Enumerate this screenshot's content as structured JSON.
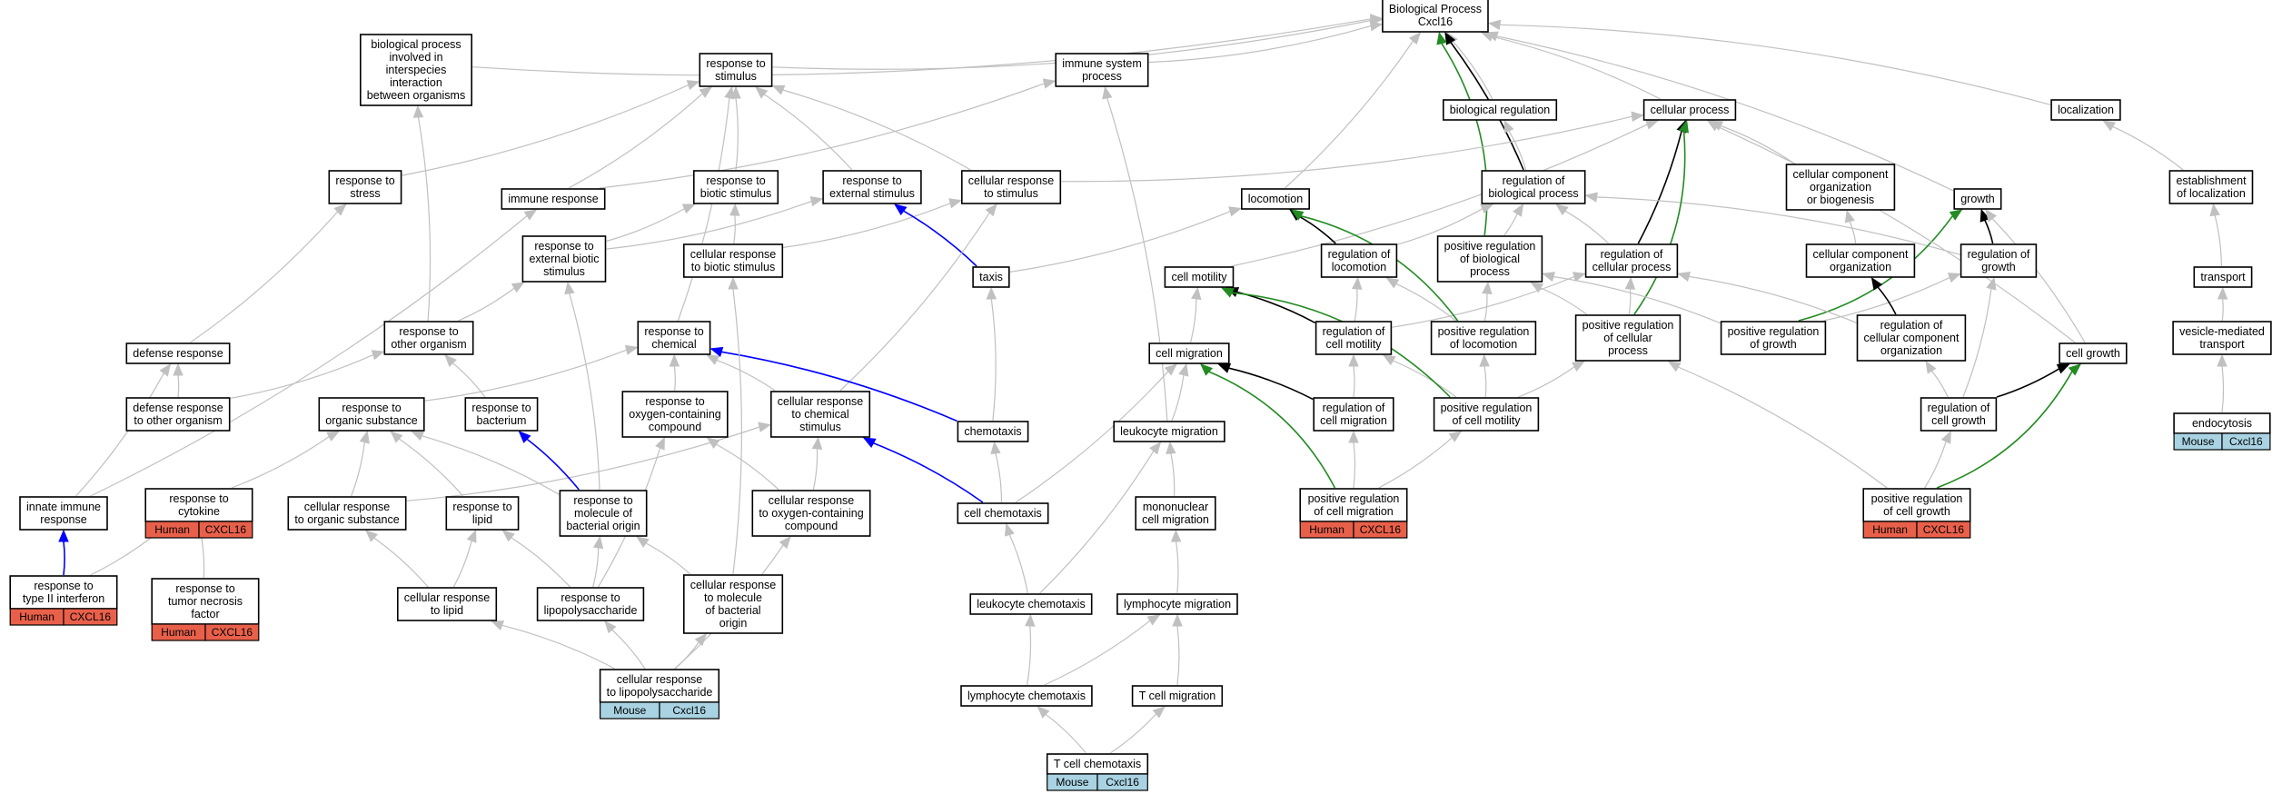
{
  "graph": {
    "root": "Biological Process\nCxcl16",
    "colors": {
      "is_a": "#c0c0c0",
      "part_of": "#000000",
      "positively_regulates": "#228b22",
      "occurs_in_annotation": "#0000ff",
      "human_tag": "#e9604a",
      "mouse_tag": "#a9d3e3"
    },
    "nodes": [
      {
        "id": "bp",
        "label": "Biological Process\nCxcl16"
      },
      {
        "id": "interspecies",
        "label": "biological process\ninvolved in\ninterspecies\ninteraction\nbetween organisms"
      },
      {
        "id": "resp_stim",
        "label": "response to\nstimulus"
      },
      {
        "id": "immune_sys",
        "label": "immune system\nprocess"
      },
      {
        "id": "bio_reg",
        "label": "biological regulation"
      },
      {
        "id": "cell_proc",
        "label": "cellular process"
      },
      {
        "id": "localization",
        "label": "localization"
      },
      {
        "id": "resp_stress",
        "label": "response to\nstress"
      },
      {
        "id": "immune_resp",
        "label": "immune response"
      },
      {
        "id": "resp_biotic",
        "label": "response to\nbiotic stimulus"
      },
      {
        "id": "resp_ext",
        "label": "response to\nexternal stimulus"
      },
      {
        "id": "cell_resp_stim",
        "label": "cellular response\nto stimulus"
      },
      {
        "id": "locomotion",
        "label": "locomotion"
      },
      {
        "id": "reg_bio",
        "label": "regulation of\nbiological process"
      },
      {
        "id": "ccob",
        "label": "cellular component\norganization\nor biogenesis"
      },
      {
        "id": "growth",
        "label": "growth"
      },
      {
        "id": "est_loc",
        "label": "establishment\nof localization"
      },
      {
        "id": "resp_ext_biotic",
        "label": "response to\nexternal biotic\nstimulus"
      },
      {
        "id": "cell_resp_biotic",
        "label": "cellular response\nto biotic stimulus"
      },
      {
        "id": "taxis",
        "label": "taxis"
      },
      {
        "id": "cell_motility",
        "label": "cell motility"
      },
      {
        "id": "reg_loco",
        "label": "regulation of\nlocomotion"
      },
      {
        "id": "pos_reg_bio",
        "label": "positive regulation\nof biological\nprocess"
      },
      {
        "id": "reg_cell_proc",
        "label": "regulation of\ncellular process"
      },
      {
        "id": "cco",
        "label": "cellular component\norganization"
      },
      {
        "id": "reg_growth",
        "label": "regulation of\ngrowth"
      },
      {
        "id": "transport",
        "label": "transport"
      },
      {
        "id": "defense",
        "label": "defense response"
      },
      {
        "id": "resp_other_org",
        "label": "response to\nother organism"
      },
      {
        "id": "resp_chem",
        "label": "response to\nchemical"
      },
      {
        "id": "cell_migration",
        "label": "cell migration"
      },
      {
        "id": "reg_cell_mot",
        "label": "regulation of\ncell motility"
      },
      {
        "id": "pos_reg_loco",
        "label": "positive regulation\nof locomotion"
      },
      {
        "id": "pos_reg_cell_proc",
        "label": "positive regulation\nof cellular\nprocess"
      },
      {
        "id": "pos_reg_growth",
        "label": "positive regulation\nof growth"
      },
      {
        "id": "reg_cco",
        "label": "regulation of\ncellular component\norganization"
      },
      {
        "id": "cell_growth",
        "label": "cell growth"
      },
      {
        "id": "vesicle_transport",
        "label": "vesicle-mediated\ntransport"
      },
      {
        "id": "def_other",
        "label": "defense response\nto other organism"
      },
      {
        "id": "resp_org_sub",
        "label": "response to\norganic substance"
      },
      {
        "id": "resp_bacterium",
        "label": "response to\nbacterium"
      },
      {
        "id": "resp_oxy",
        "label": "response to\noxygen-containing\ncompound"
      },
      {
        "id": "cell_resp_chem",
        "label": "cellular response\nto chemical\nstimulus"
      },
      {
        "id": "chemotaxis",
        "label": "chemotaxis"
      },
      {
        "id": "leuk_migration",
        "label": "leukocyte migration"
      },
      {
        "id": "reg_cell_mig",
        "label": "regulation of\ncell migration"
      },
      {
        "id": "pos_reg_cell_mot",
        "label": "positive regulation\nof cell motility"
      },
      {
        "id": "reg_cell_growth",
        "label": "regulation of\ncell growth"
      },
      {
        "id": "endocytosis",
        "label": "endocytosis",
        "tag": [
          "Mouse",
          "Cxcl16"
        ]
      },
      {
        "id": "innate",
        "label": "innate immune\nresponse"
      },
      {
        "id": "resp_cytokine",
        "label": "response to\ncytokine",
        "tag": [
          "Human",
          "CXCL16"
        ]
      },
      {
        "id": "cell_resp_org_sub",
        "label": "cellular response\nto organic substance"
      },
      {
        "id": "resp_lipid",
        "label": "response to\nlipid"
      },
      {
        "id": "resp_mol_bact",
        "label": "response to\nmolecule of\nbacterial origin"
      },
      {
        "id": "cell_resp_oxy",
        "label": "cellular response\nto oxygen-containing\ncompound"
      },
      {
        "id": "cell_chemotaxis",
        "label": "cell chemotaxis"
      },
      {
        "id": "mono_mig",
        "label": "mononuclear\ncell migration"
      },
      {
        "id": "pos_reg_cell_mig",
        "label": "positive regulation\nof cell migration",
        "tag": [
          "Human",
          "CXCL16"
        ]
      },
      {
        "id": "pos_reg_cell_growth",
        "label": "positive regulation\nof cell growth",
        "tag": [
          "Human",
          "CXCL16"
        ]
      },
      {
        "id": "resp_ifn",
        "label": "response to\ntype II interferon",
        "tag": [
          "Human",
          "CXCL16"
        ]
      },
      {
        "id": "resp_tnf",
        "label": "response to\ntumor necrosis\nfactor",
        "tag": [
          "Human",
          "CXCL16"
        ]
      },
      {
        "id": "cell_resp_lipid",
        "label": "cellular response\nto lipid"
      },
      {
        "id": "resp_lps",
        "label": "response to\nlipopolysaccharide"
      },
      {
        "id": "cell_resp_mol_bact",
        "label": "cellular response\nto molecule\nof bacterial\norigin"
      },
      {
        "id": "leuk_chemotaxis",
        "label": "leukocyte chemotaxis"
      },
      {
        "id": "lymph_mig",
        "label": "lymphocyte migration"
      },
      {
        "id": "cell_resp_lps",
        "label": "cellular response\nto lipopolysaccharide",
        "tag": [
          "Mouse",
          "Cxcl16"
        ]
      },
      {
        "id": "lymph_chemotaxis",
        "label": "lymphocyte chemotaxis"
      },
      {
        "id": "t_cell_mig",
        "label": "T cell migration"
      },
      {
        "id": "t_cell_chemotaxis",
        "label": "T cell chemotaxis",
        "tag": [
          "Mouse",
          "Cxcl16"
        ]
      }
    ],
    "edges": [
      {
        "from": "interspecies",
        "to": "bp",
        "type": "is_a"
      },
      {
        "from": "resp_stim",
        "to": "bp",
        "type": "is_a"
      },
      {
        "from": "immune_sys",
        "to": "bp",
        "type": "is_a"
      },
      {
        "from": "bio_reg",
        "to": "bp",
        "type": "is_a"
      },
      {
        "from": "cell_proc",
        "to": "bp",
        "type": "is_a"
      },
      {
        "from": "localization",
        "to": "bp",
        "type": "is_a"
      },
      {
        "from": "locomotion",
        "to": "bp",
        "type": "is_a"
      },
      {
        "from": "growth",
        "to": "bp",
        "type": "is_a"
      },
      {
        "from": "reg_bio",
        "to": "bp",
        "type": "part_of"
      },
      {
        "from": "pos_reg_bio",
        "to": "bp",
        "type": "positively_regulates"
      },
      {
        "from": "resp_stress",
        "to": "resp_stim",
        "type": "is_a"
      },
      {
        "from": "immune_resp",
        "to": "resp_stim",
        "type": "is_a"
      },
      {
        "from": "immune_resp",
        "to": "immune_sys",
        "type": "is_a"
      },
      {
        "from": "resp_biotic",
        "to": "resp_stim",
        "type": "is_a"
      },
      {
        "from": "resp_ext",
        "to": "resp_stim",
        "type": "is_a"
      },
      {
        "from": "cell_resp_stim",
        "to": "resp_stim",
        "type": "is_a"
      },
      {
        "from": "cell_resp_stim",
        "to": "cell_proc",
        "type": "is_a"
      },
      {
        "from": "reg_bio",
        "to": "bio_reg",
        "type": "is_a"
      },
      {
        "from": "ccob",
        "to": "cell_proc",
        "type": "is_a"
      },
      {
        "from": "est_loc",
        "to": "localization",
        "type": "is_a"
      },
      {
        "from": "resp_ext_biotic",
        "to": "resp_biotic",
        "type": "is_a"
      },
      {
        "from": "resp_ext_biotic",
        "to": "resp_ext",
        "type": "is_a"
      },
      {
        "from": "cell_resp_biotic",
        "to": "resp_biotic",
        "type": "is_a"
      },
      {
        "from": "cell_resp_biotic",
        "to": "cell_resp_stim",
        "type": "is_a"
      },
      {
        "from": "taxis",
        "to": "resp_ext",
        "type": "occurs_in_annotation"
      },
      {
        "from": "taxis",
        "to": "locomotion",
        "type": "is_a"
      },
      {
        "from": "cell_motility",
        "to": "cell_proc",
        "type": "is_a"
      },
      {
        "from": "reg_loco",
        "to": "reg_bio",
        "type": "is_a"
      },
      {
        "from": "reg_loco",
        "to": "locomotion",
        "type": "part_of"
      },
      {
        "from": "pos_reg_bio",
        "to": "reg_bio",
        "type": "is_a"
      },
      {
        "from": "reg_cell_proc",
        "to": "reg_bio",
        "type": "is_a"
      },
      {
        "from": "reg_cell_proc",
        "to": "cell_proc",
        "type": "part_of"
      },
      {
        "from": "cco",
        "to": "ccob",
        "type": "is_a"
      },
      {
        "from": "reg_growth",
        "to": "reg_bio",
        "type": "is_a"
      },
      {
        "from": "reg_growth",
        "to": "growth",
        "type": "part_of"
      },
      {
        "from": "transport",
        "to": "est_loc",
        "type": "is_a"
      },
      {
        "from": "defense",
        "to": "resp_stress",
        "type": "is_a"
      },
      {
        "from": "resp_other_org",
        "to": "resp_ext_biotic",
        "type": "is_a"
      },
      {
        "from": "resp_other_org",
        "to": "interspecies",
        "type": "is_a"
      },
      {
        "from": "resp_chem",
        "to": "resp_stim",
        "type": "is_a"
      },
      {
        "from": "cell_migration",
        "to": "cell_motility",
        "type": "is_a"
      },
      {
        "from": "reg_cell_mot",
        "to": "reg_loco",
        "type": "is_a"
      },
      {
        "from": "reg_cell_mot",
        "to": "reg_cell_proc",
        "type": "is_a"
      },
      {
        "from": "reg_cell_mot",
        "to": "cell_motility",
        "type": "part_of"
      },
      {
        "from": "pos_reg_loco",
        "to": "reg_loco",
        "type": "is_a"
      },
      {
        "from": "pos_reg_loco",
        "to": "pos_reg_bio",
        "type": "is_a"
      },
      {
        "from": "pos_reg_loco",
        "to": "locomotion",
        "type": "positively_regulates"
      },
      {
        "from": "pos_reg_cell_proc",
        "to": "pos_reg_bio",
        "type": "is_a"
      },
      {
        "from": "pos_reg_cell_proc",
        "to": "reg_cell_proc",
        "type": "is_a"
      },
      {
        "from": "pos_reg_cell_proc",
        "to": "cell_proc",
        "type": "positively_regulates"
      },
      {
        "from": "pos_reg_growth",
        "to": "reg_growth",
        "type": "is_a"
      },
      {
        "from": "pos_reg_growth",
        "to": "pos_reg_bio",
        "type": "is_a"
      },
      {
        "from": "pos_reg_growth",
        "to": "growth",
        "type": "positively_regulates"
      },
      {
        "from": "reg_cco",
        "to": "reg_cell_proc",
        "type": "is_a"
      },
      {
        "from": "reg_cco",
        "to": "cco",
        "type": "part_of"
      },
      {
        "from": "cell_growth",
        "to": "growth",
        "type": "is_a"
      },
      {
        "from": "cell_growth",
        "to": "cell_proc",
        "type": "is_a"
      },
      {
        "from": "vesicle_transport",
        "to": "transport",
        "type": "is_a"
      },
      {
        "from": "def_other",
        "to": "defense",
        "type": "is_a"
      },
      {
        "from": "def_other",
        "to": "resp_other_org",
        "type": "is_a"
      },
      {
        "from": "resp_org_sub",
        "to": "resp_chem",
        "type": "is_a"
      },
      {
        "from": "resp_bacterium",
        "to": "resp_other_org",
        "type": "is_a"
      },
      {
        "from": "resp_oxy",
        "to": "resp_chem",
        "type": "is_a"
      },
      {
        "from": "cell_resp_chem",
        "to": "resp_chem",
        "type": "is_a"
      },
      {
        "from": "cell_resp_chem",
        "to": "cell_resp_stim",
        "type": "is_a"
      },
      {
        "from": "chemotaxis",
        "to": "taxis",
        "type": "is_a"
      },
      {
        "from": "chemotaxis",
        "to": "resp_chem",
        "type": "occurs_in_annotation"
      },
      {
        "from": "leuk_migration",
        "to": "cell_migration",
        "type": "is_a"
      },
      {
        "from": "leuk_migration",
        "to": "immune_sys",
        "type": "is_a"
      },
      {
        "from": "reg_cell_mig",
        "to": "reg_cell_mot",
        "type": "is_a"
      },
      {
        "from": "reg_cell_mig",
        "to": "cell_migration",
        "type": "part_of"
      },
      {
        "from": "pos_reg_cell_mot",
        "to": "reg_cell_mot",
        "type": "is_a"
      },
      {
        "from": "pos_reg_cell_mot",
        "to": "pos_reg_loco",
        "type": "is_a"
      },
      {
        "from": "pos_reg_cell_mot",
        "to": "pos_reg_cell_proc",
        "type": "is_a"
      },
      {
        "from": "pos_reg_cell_mot",
        "to": "cell_motility",
        "type": "positively_regulates"
      },
      {
        "from": "reg_cell_growth",
        "to": "reg_growth",
        "type": "is_a"
      },
      {
        "from": "reg_cell_growth",
        "to": "reg_cco",
        "type": "is_a"
      },
      {
        "from": "reg_cell_growth",
        "to": "cell_growth",
        "type": "part_of"
      },
      {
        "from": "endocytosis",
        "to": "vesicle_transport",
        "type": "is_a"
      },
      {
        "from": "innate",
        "to": "immune_resp",
        "type": "is_a"
      },
      {
        "from": "innate",
        "to": "defense",
        "type": "is_a"
      },
      {
        "from": "resp_cytokine",
        "to": "resp_org_sub",
        "type": "is_a"
      },
      {
        "from": "cell_resp_org_sub",
        "to": "resp_org_sub",
        "type": "is_a"
      },
      {
        "from": "cell_resp_org_sub",
        "to": "cell_resp_chem",
        "type": "is_a"
      },
      {
        "from": "resp_lipid",
        "to": "resp_org_sub",
        "type": "is_a"
      },
      {
        "from": "resp_mol_bact",
        "to": "resp_bacterium",
        "type": "occurs_in_annotation"
      },
      {
        "from": "resp_mol_bact",
        "to": "resp_ext_biotic",
        "type": "is_a"
      },
      {
        "from": "resp_mol_bact",
        "to": "resp_org_sub",
        "type": "is_a"
      },
      {
        "from": "cell_resp_oxy",
        "to": "resp_oxy",
        "type": "is_a"
      },
      {
        "from": "cell_resp_oxy",
        "to": "cell_resp_chem",
        "type": "is_a"
      },
      {
        "from": "cell_chemotaxis",
        "to": "chemotaxis",
        "type": "is_a"
      },
      {
        "from": "cell_chemotaxis",
        "to": "cell_resp_chem",
        "type": "occurs_in_annotation"
      },
      {
        "from": "cell_chemotaxis",
        "to": "cell_migration",
        "type": "is_a"
      },
      {
        "from": "mono_mig",
        "to": "leuk_migration",
        "type": "is_a"
      },
      {
        "from": "pos_reg_cell_mig",
        "to": "reg_cell_mig",
        "type": "is_a"
      },
      {
        "from": "pos_reg_cell_mig",
        "to": "pos_reg_cell_mot",
        "type": "is_a"
      },
      {
        "from": "pos_reg_cell_mig",
        "to": "cell_migration",
        "type": "positively_regulates"
      },
      {
        "from": "pos_reg_cell_growth",
        "to": "reg_cell_growth",
        "type": "is_a"
      },
      {
        "from": "pos_reg_cell_growth",
        "to": "pos_reg_cell_proc",
        "type": "is_a"
      },
      {
        "from": "pos_reg_cell_growth",
        "to": "cell_growth",
        "type": "positively_regulates"
      },
      {
        "from": "resp_ifn",
        "to": "innate",
        "type": "occurs_in_annotation"
      },
      {
        "from": "resp_ifn",
        "to": "resp_cytokine",
        "type": "is_a"
      },
      {
        "from": "resp_tnf",
        "to": "resp_cytokine",
        "type": "is_a"
      },
      {
        "from": "cell_resp_lipid",
        "to": "resp_lipid",
        "type": "is_a"
      },
      {
        "from": "cell_resp_lipid",
        "to": "cell_resp_org_sub",
        "type": "is_a"
      },
      {
        "from": "resp_lps",
        "to": "resp_lipid",
        "type": "is_a"
      },
      {
        "from": "resp_lps",
        "to": "resp_mol_bact",
        "type": "is_a"
      },
      {
        "from": "resp_lps",
        "to": "resp_oxy",
        "type": "is_a"
      },
      {
        "from": "cell_resp_mol_bact",
        "to": "resp_mol_bact",
        "type": "is_a"
      },
      {
        "from": "cell_resp_mol_bact",
        "to": "cell_resp_biotic",
        "type": "is_a"
      },
      {
        "from": "leuk_chemotaxis",
        "to": "cell_chemotaxis",
        "type": "is_a"
      },
      {
        "from": "leuk_chemotaxis",
        "to": "leuk_migration",
        "type": "is_a"
      },
      {
        "from": "lymph_mig",
        "to": "mono_mig",
        "type": "is_a"
      },
      {
        "from": "cell_resp_lps",
        "to": "cell_resp_lipid",
        "type": "is_a"
      },
      {
        "from": "cell_resp_lps",
        "to": "resp_lps",
        "type": "is_a"
      },
      {
        "from": "cell_resp_lps",
        "to": "cell_resp_mol_bact",
        "type": "is_a"
      },
      {
        "from": "cell_resp_lps",
        "to": "cell_resp_oxy",
        "type": "is_a"
      },
      {
        "from": "lymph_chemotaxis",
        "to": "leuk_chemotaxis",
        "type": "is_a"
      },
      {
        "from": "lymph_chemotaxis",
        "to": "lymph_mig",
        "type": "is_a"
      },
      {
        "from": "t_cell_mig",
        "to": "lymph_mig",
        "type": "is_a"
      },
      {
        "from": "t_cell_chemotaxis",
        "to": "lymph_chemotaxis",
        "type": "is_a"
      },
      {
        "from": "t_cell_chemotaxis",
        "to": "t_cell_mig",
        "type": "is_a"
      }
    ]
  }
}
